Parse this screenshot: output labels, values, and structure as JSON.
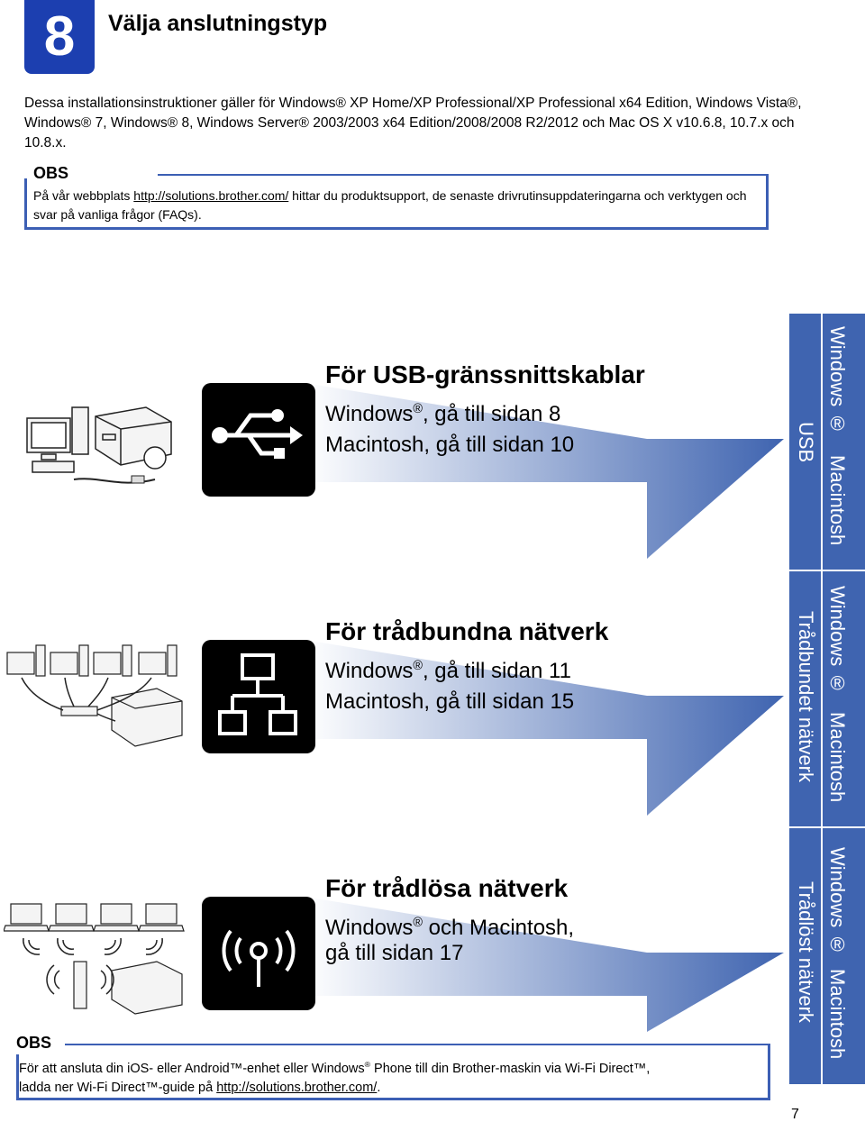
{
  "step": {
    "number": "8",
    "title": "Välja anslutningstyp"
  },
  "intro": {
    "line1": "Dessa installationsinstruktioner gäller för Windows",
    "reg": "®",
    "text": "Dessa installationsinstruktioner gäller för Windows® XP Home/XP Professional/XP Professional x64 Edition, Windows Vista®, Windows® 7, Windows® 8, Windows Server® 2003/2003 x64 Edition/2008/2008 R2/2012 och Mac OS X v10.6.8, 10.7.x och 10.8.x."
  },
  "obs1": {
    "label": "OBS",
    "text_before": "På vår webbplats ",
    "link": "http://solutions.brother.com/",
    "text_after": " hittar du produktsupport, de senaste drivrutinsuppdateringarna och verktygen och svar på vanliga frågor (FAQs)."
  },
  "options": [
    {
      "title": "För USB-gränssnittskablar",
      "line1_pre": "Windows",
      "line1_post": ", gå till sidan 8",
      "line2": "Macintosh, gå till sidan 10",
      "icon": "usb-icon"
    },
    {
      "title": "För trådbundna nätverk",
      "line1_pre": "Windows",
      "line1_post": ", gå till sidan 11",
      "line2": "Macintosh, gå till sidan 15",
      "icon": "wired-network-icon"
    },
    {
      "title": "För trådlösa nätverk",
      "line1_pre": "Windows",
      "line1_post": " och Macintosh,",
      "line2": "gå till sidan 17",
      "icon": "wireless-icon"
    }
  ],
  "sidebar": {
    "usb": {
      "label": "USB",
      "windows": "Windows",
      "reg": "®",
      "mac": "Macintosh"
    },
    "wired": {
      "label": "Trådbundet nätverk",
      "windows": "Windows",
      "reg": "®",
      "mac": "Macintosh"
    },
    "wireless": {
      "label": "Trådlöst nätverk",
      "windows": "Windows",
      "reg": "®",
      "mac": "Macintosh"
    }
  },
  "obs2": {
    "label": "OBS",
    "text1": "För att ansluta din iOS- eller Android™-enhet eller Windows",
    "reg": "®",
    "text2": " Phone till din Brother-maskin via Wi-Fi Direct™,",
    "text3": "ladda ner Wi-Fi Direct™-guide på ",
    "link": "http://solutions.brother.com/",
    "text4": "."
  },
  "page_number": "7",
  "colors": {
    "accent": "#1c3fb0",
    "sidebar": "#3f64b0",
    "border": "#3c5fb4"
  }
}
